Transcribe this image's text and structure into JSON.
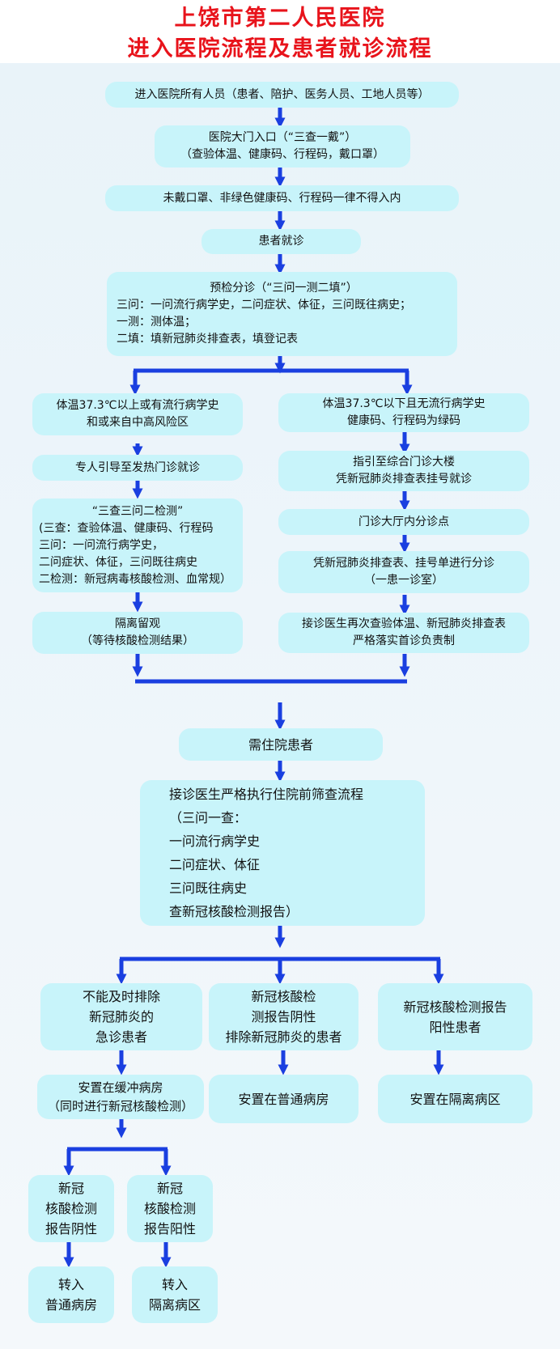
{
  "title": {
    "line1": "上饶市第二人民医院",
    "line2": "进入医院流程及患者就诊流程"
  },
  "colors": {
    "title": "#e8131b",
    "arrow": "#1a3fe0",
    "box": "#c8f4fa"
  },
  "steps": {
    "all_people": "进入医院所有人员（患者、陪护、医务人员、工地人员等）",
    "gate": [
      "医院大门入口（“三查一戴”）",
      "（查验体温、健康码、行程码，戴口罩）"
    ],
    "deny": "未戴口罩、非绿色健康码、行程码一律不得入内",
    "visit": "患者就诊",
    "precheck_title": "预检分诊（“三问一测二填”）",
    "precheck_lines": [
      "三问：一问流行病学史，二问症状、体征，三问既往病史；",
      "一测：测体温；",
      "二填：填新冠肺炎排查表，填登记表"
    ]
  },
  "left_branch": {
    "condition": [
      "体温37.3℃以上或有流行病学史",
      "和或来自中高风险区"
    ],
    "guide": "专人引导至发热门诊就诊",
    "check_title": "“三查三问二检测”",
    "check_lines": [
      "(三查：查验体温、健康码、行程码",
      "三问：一问流行病学史，",
      "二问症状、体征，三问既往病史",
      "二检测：新冠病毒核酸检测、血常规）"
    ],
    "isolate": [
      "隔离留观",
      "（等待核酸检测结果）"
    ]
  },
  "right_branch": {
    "condition": [
      "体温37.3℃以下且无流行病学史",
      "健康码、行程码为绿码"
    ],
    "guide": [
      "指引至综合门诊大楼",
      "凭新冠肺炎排查表挂号就诊"
    ],
    "triage": "门诊大厅内分诊点",
    "triage2": [
      "凭新冠肺炎排查表、挂号单进行分诊",
      "（一患一诊室）"
    ],
    "doctor": [
      "接诊医生再次查验体温、新冠肺炎排查表",
      "严格落实首诊负责制"
    ]
  },
  "inpatient": {
    "label": "需住院患者",
    "screen_lines": [
      "接诊医生严格执行住院前筛查流程",
      "（三问一查：",
      "一问流行病学史",
      "二问症状、体征",
      "三问既往病史",
      "查新冠核酸检测报告）"
    ]
  },
  "outcomes": {
    "emergency": [
      "不能及时排除",
      "新冠肺炎的",
      "急诊患者"
    ],
    "negative": [
      "新冠核酸检",
      "测报告阴性",
      "排除新冠肺炎的患者"
    ],
    "positive": [
      "新冠核酸检测报告",
      "阳性患者"
    ],
    "buffer": [
      "安置在缓冲病房",
      "（同时进行新冠核酸检测）"
    ],
    "normal_ward": "安置在普通病房",
    "isolation_ward": "安置在隔离病区",
    "sub_negative": [
      "新冠",
      "核酸检测",
      "报告阴性"
    ],
    "sub_positive": [
      "新冠",
      "核酸检测",
      "报告阳性"
    ],
    "to_normal": [
      "转入",
      "普通病房"
    ],
    "to_isolation": [
      "转入",
      "隔离病区"
    ]
  }
}
